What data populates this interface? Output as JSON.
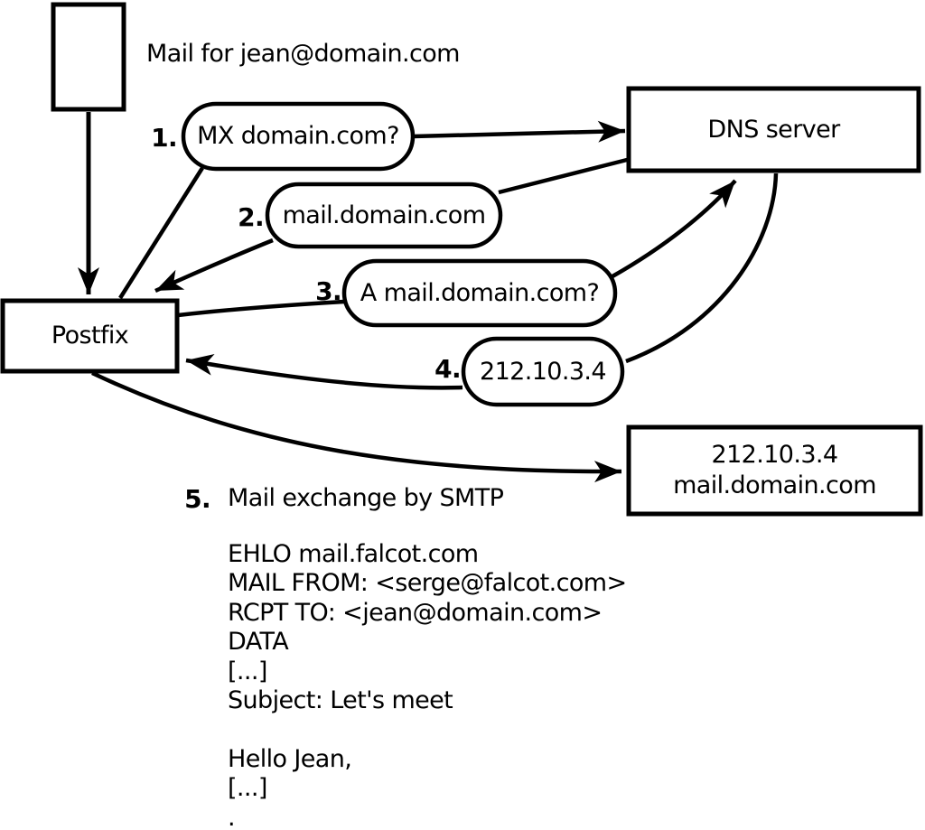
{
  "colors": {
    "ink": "#000000",
    "background": "#ffffff"
  },
  "header": {
    "mail_for": "Mail for jean@domain.com"
  },
  "nodes": {
    "postfix": "Postfix",
    "dns_server": "DNS server",
    "mail_server_lines": [
      "212.10.3.4",
      "mail.domain.com"
    ]
  },
  "steps": [
    {
      "num": "1.",
      "label": "MX domain.com?"
    },
    {
      "num": "2.",
      "label": "mail.domain.com"
    },
    {
      "num": "3.",
      "label": "A mail.domain.com?"
    },
    {
      "num": "4.",
      "label": "212.10.3.4"
    },
    {
      "num": "5.",
      "label": "Mail exchange by SMTP"
    }
  ],
  "smtp_session": {
    "lines": [
      "EHLO mail.falcot.com",
      "MAIL FROM: <serge@falcot.com>",
      "RCPT TO: <jean@domain.com>",
      "DATA",
      "[...]",
      "Subject: Let's meet",
      "",
      "Hello Jean,",
      "[...]",
      "."
    ]
  }
}
